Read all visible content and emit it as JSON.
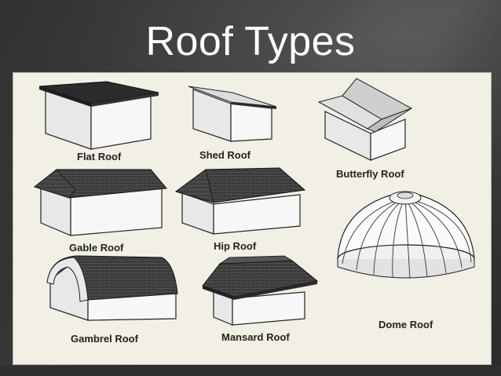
{
  "slide": {
    "title": "Roof Types"
  },
  "roofs": [
    {
      "label": "Flat Roof"
    },
    {
      "label": "Shed Roof"
    },
    {
      "label": "Butterfly Roof"
    },
    {
      "label": "Gable Roof"
    },
    {
      "label": "Hip Roof"
    },
    {
      "label": "Gambrel Roof"
    },
    {
      "label": "Mansard Roof"
    },
    {
      "label": "Dome Roof"
    }
  ]
}
